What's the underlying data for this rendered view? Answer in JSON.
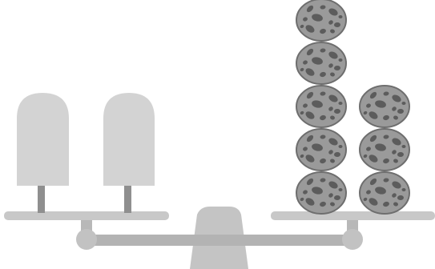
{
  "scene": {
    "description_items": {
      "left_pan": {
        "item": "popsicle",
        "count": 2
      },
      "right_pan": {
        "item": "cookie",
        "stacks": [
          5,
          3
        ]
      }
    },
    "colors": {
      "background": "#ffffff",
      "popsicle": "#d3d3d3",
      "stick": "#8f8f8f",
      "plank": "#c8c8c8",
      "beam": "#b3b3b3",
      "hinge": "#c2c2c2",
      "fulcrum": "#c4c4c4",
      "cookie_face": "#9a9a9a",
      "cookie_rim": "#6e6e6e",
      "cookie_chip": "#5c5c5c"
    }
  }
}
